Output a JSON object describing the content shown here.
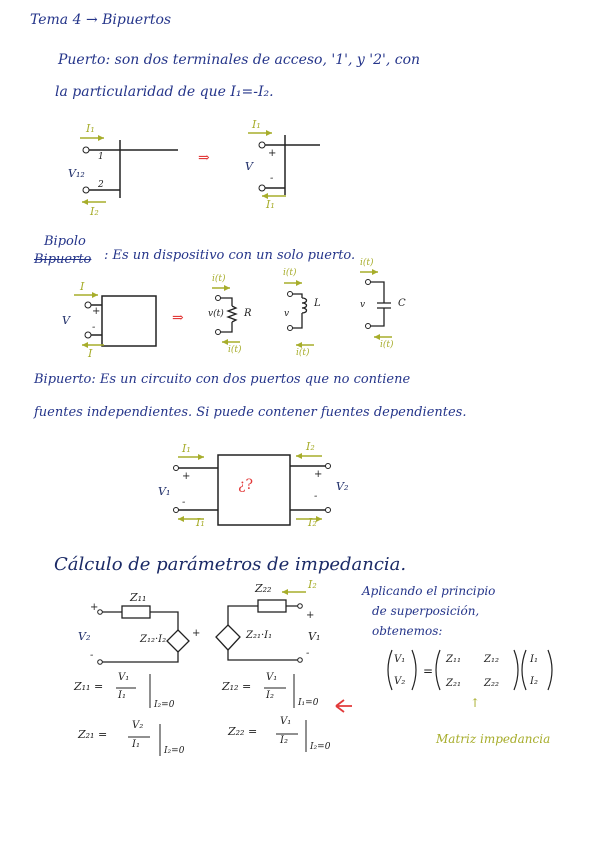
{
  "header": {
    "title": "Tema 4 → Bipuertos"
  },
  "puerto": {
    "line1": "Puerto: son dos terminales de acceso, '1', y '2', con",
    "line2": "la particularidad de que I₁=-I₂."
  },
  "fig1": {
    "left": {
      "i1": "I₁",
      "v12": "V₁₂",
      "i2": "I₂",
      "p1": "1",
      "p2": "2"
    },
    "arrow": "⇒",
    "right": {
      "i1": "I₁",
      "v": "V",
      "i1b": "I₁",
      "plus": "+",
      "minus": "-"
    }
  },
  "bipolo": {
    "word": "Bipolo",
    "struck": "Bipuerto",
    "text": ": Es un dispositivo con un solo puerto."
  },
  "fig2": {
    "box": {
      "i": "I",
      "v": "V",
      "plus": "+",
      "minus": "-"
    },
    "arrow": "⇒",
    "resistor": {
      "i_top": "i(t)",
      "v": "v(t)",
      "label": "R",
      "i_bot": "i(t)"
    },
    "inductor": {
      "i_top": "i(t)",
      "v": "v",
      "label": "L",
      "i_bot": "i(t)"
    },
    "capacitor": {
      "i_top": "i(t)",
      "v": "v",
      "label": "C",
      "i_bot": "i(t)"
    }
  },
  "bipuerto": {
    "line1": "Bipuerto: Es un circuito con dos puertos que no contiene",
    "line2": "fuentes independientes. Si puede contener fuentes dependientes."
  },
  "fig3": {
    "center": "¿?",
    "i1": "I₁",
    "i1b": "I₁",
    "i2": "I₂",
    "i2b": "I₂",
    "v1": "V₁",
    "v2": "V₂"
  },
  "calc": {
    "heading": "Cálculo de parámetros de impedancia.",
    "fig_left": {
      "z11": "Z₁₁",
      "v": "V₂",
      "dep": "Z₁₂·I₂"
    },
    "fig_right": {
      "z22": "Z₂₂",
      "i2": "I₂",
      "dep": "Z₂₁·I₁",
      "v": "V₁"
    },
    "principle": [
      "Aplicando el principio",
      "de superposición,",
      "obtenemos:"
    ],
    "matrix": {
      "lhs": [
        "V₁",
        "V₂"
      ],
      "rows": [
        [
          "Z₁₁",
          "Z₁₂"
        ],
        [
          "Z₂₁",
          "Z₂₂"
        ]
      ],
      "rhs": [
        "I₁",
        "I₂"
      ]
    },
    "matrix_label": "Matriz impedancia",
    "formulas": {
      "z11": {
        "lhs": "Z₁₁ =",
        "num": "V₁",
        "den": "I₁",
        "cond": "I₂=0"
      },
      "z12": {
        "lhs": "Z₁₂ =",
        "num": "V₁",
        "den": "I₂",
        "cond": "I₁=0"
      },
      "z21": {
        "lhs": "Z₂₁ =",
        "num": "V₂",
        "den": "I₁",
        "cond": "I₂=0"
      },
      "z22": {
        "lhs": "Z₂₂ =",
        "num": "V₁",
        "den": "I₂",
        "cond": "I₂=0"
      }
    }
  },
  "colors": {
    "ink_blue": "#25358a",
    "ink_green": "#a7ad2b",
    "ink_red": "#e23a3a",
    "pencil": "#222222"
  }
}
